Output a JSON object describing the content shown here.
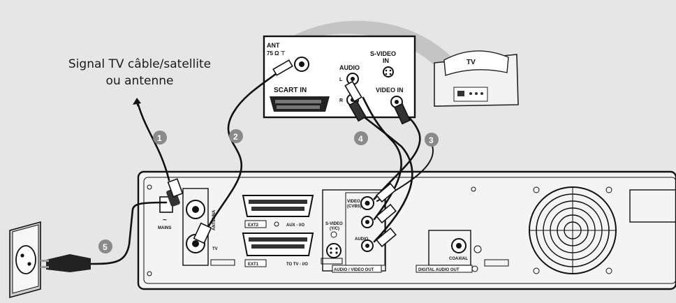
{
  "caption": {
    "line1": "Signal TV câble/satellite",
    "line2": "ou antenne"
  },
  "tv": {
    "label": "TV"
  },
  "tv_panel": {
    "ant_label": "ANT",
    "ant_sub": "75 Ω ⊤",
    "scart_label": "SCART IN",
    "audio_label": "AUDIO",
    "audio_l": "L",
    "audio_r": "R",
    "svideo_label1": "S-VIDEO",
    "svideo_label2": "IN",
    "video_in_label": "VIDEO IN"
  },
  "steps": [
    "1",
    "2",
    "3",
    "4",
    "5"
  ],
  "recorder": {
    "mains": "MAINS",
    "antenna": "ANTENNA",
    "tv": "TV",
    "ext2": "EXT2",
    "aux": "AUX - I/O",
    "ext1": "EXT1",
    "to_tv": "TO TV - I/O",
    "video_cvbs1": "VIDEO",
    "video_cvbs2": "(CVBS)",
    "svideo1": "S-VIDEO",
    "svideo2": "(Y/C)",
    "audio": "AUDIO",
    "av_out": "AUDIO / VIDEO OUT",
    "coaxial": "COAXIAL",
    "digital_out": "DIGITAL AUDIO OUT"
  },
  "colors": {
    "background": "#e6e6e6",
    "step_circle": "#8a8a8a",
    "signal_arc": "#c4c4c4",
    "cable": "#111111"
  }
}
